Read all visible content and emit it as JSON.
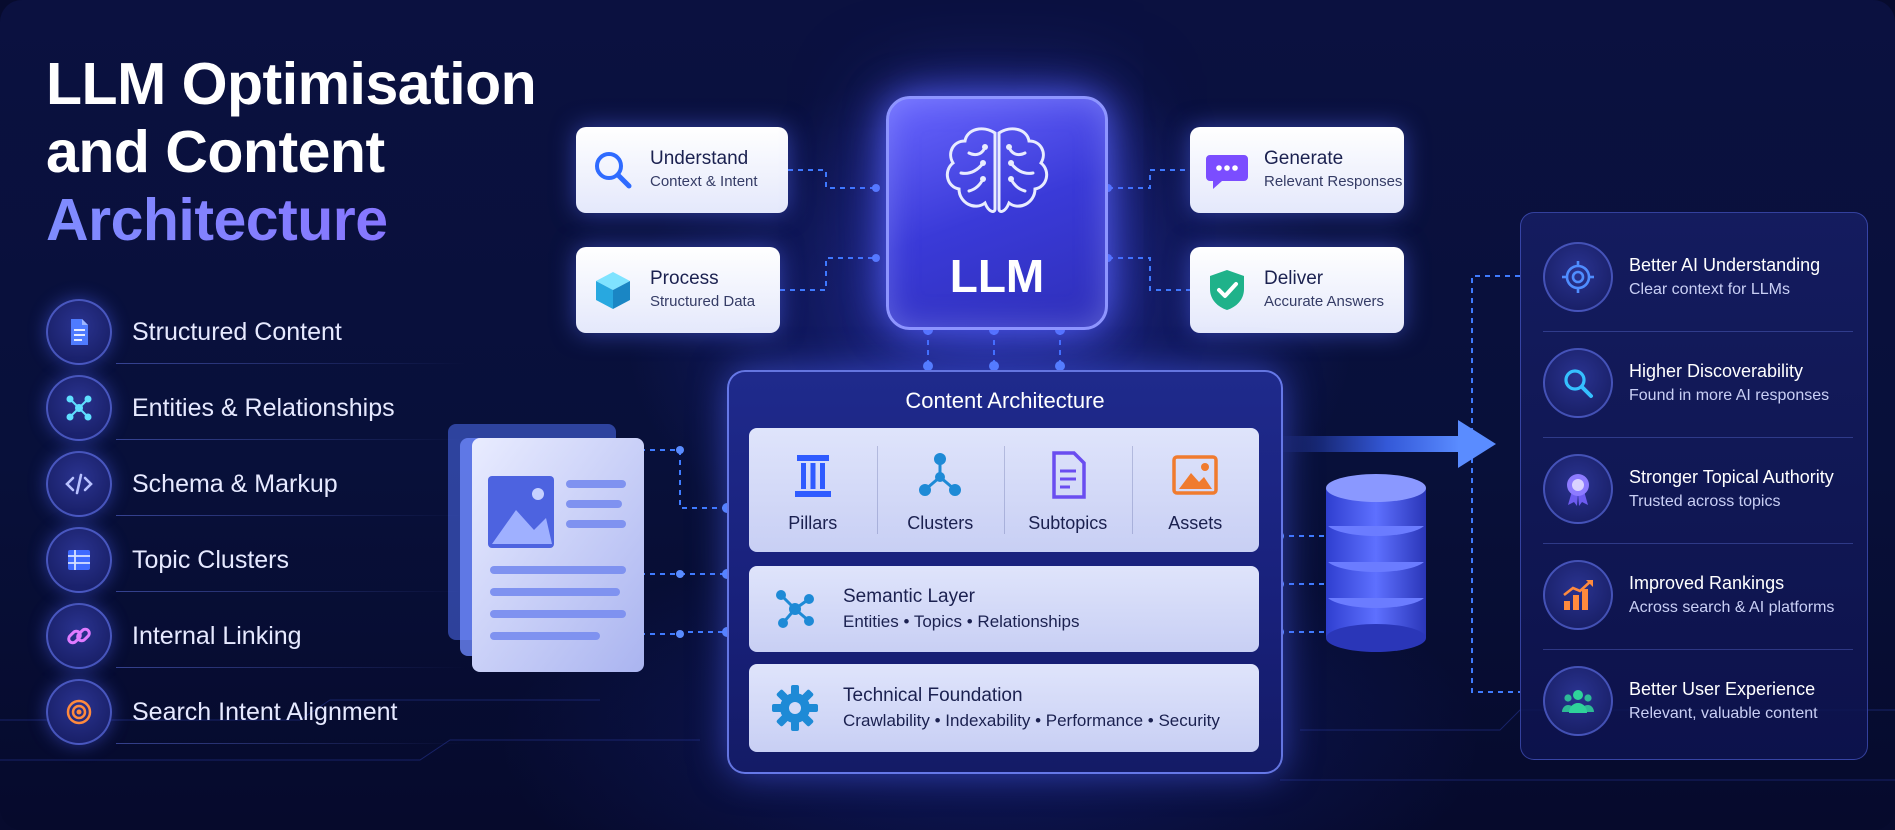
{
  "title": {
    "line1": "LLM Optimisation",
    "line2": "and Content",
    "line3": "Architecture"
  },
  "features": [
    {
      "label": "Structured Content",
      "icon": "document-icon"
    },
    {
      "label": "Entities & Relationships",
      "icon": "network-icon"
    },
    {
      "label": "Schema & Markup",
      "icon": "code-icon"
    },
    {
      "label": "Topic Clusters",
      "icon": "grid-table-icon"
    },
    {
      "label": "Internal Linking",
      "icon": "link-icon"
    },
    {
      "label": "Search Intent Alignment",
      "icon": "target-icon"
    }
  ],
  "cards": {
    "understand": {
      "title": "Understand",
      "subtitle": "Context & Intent",
      "icon": "search-icon"
    },
    "process": {
      "title": "Process",
      "subtitle": "Structured Data",
      "icon": "cube-icon"
    },
    "generate": {
      "title": "Generate",
      "subtitle": "Relevant Responses",
      "icon": "chat-bubble-icon"
    },
    "deliver": {
      "title": "Deliver",
      "subtitle": "Accurate Answers",
      "icon": "shield-check-icon"
    }
  },
  "llm": {
    "label": "LLM",
    "icon": "brain-icon"
  },
  "architecture": {
    "title": "Content Architecture",
    "pillars": [
      {
        "label": "Pillars",
        "icon": "pillar-icon"
      },
      {
        "label": "Clusters",
        "icon": "cluster-icon"
      },
      {
        "label": "Subtopics",
        "icon": "subtopic-document-icon"
      },
      {
        "label": "Assets",
        "icon": "image-icon"
      }
    ],
    "semantic": {
      "title": "Semantic Layer",
      "subtitle": "Entities • Topics • Relationships",
      "icon": "network-icon"
    },
    "technical": {
      "title": "Technical Foundation",
      "subtitle": "Crawlability • Indexability • Performance • Security",
      "icon": "gear-icon"
    }
  },
  "benefits": [
    {
      "title": "Better AI Understanding",
      "subtitle": "Clear context for LLMs",
      "icon": "crosshair-icon",
      "color": "#4f8dff"
    },
    {
      "title": "Higher Discoverability",
      "subtitle": "Found in more AI responses",
      "icon": "search-icon",
      "color": "#35c0ff"
    },
    {
      "title": "Stronger Topical Authority",
      "subtitle": "Trusted across topics",
      "icon": "award-ribbon-icon",
      "color": "#8d7bff"
    },
    {
      "title": "Improved Rankings",
      "subtitle": "Across search & AI platforms",
      "icon": "chart-up-icon",
      "color": "#ff8a3d"
    },
    {
      "title": "Better User Experience",
      "subtitle": "Relevant, valuable content",
      "icon": "users-icon",
      "color": "#2fd39a"
    }
  ],
  "colors": {
    "background": "#0a1040",
    "accent": "#5b6bff",
    "title_accent": "#7f8cff",
    "card": "#eef1ff"
  }
}
